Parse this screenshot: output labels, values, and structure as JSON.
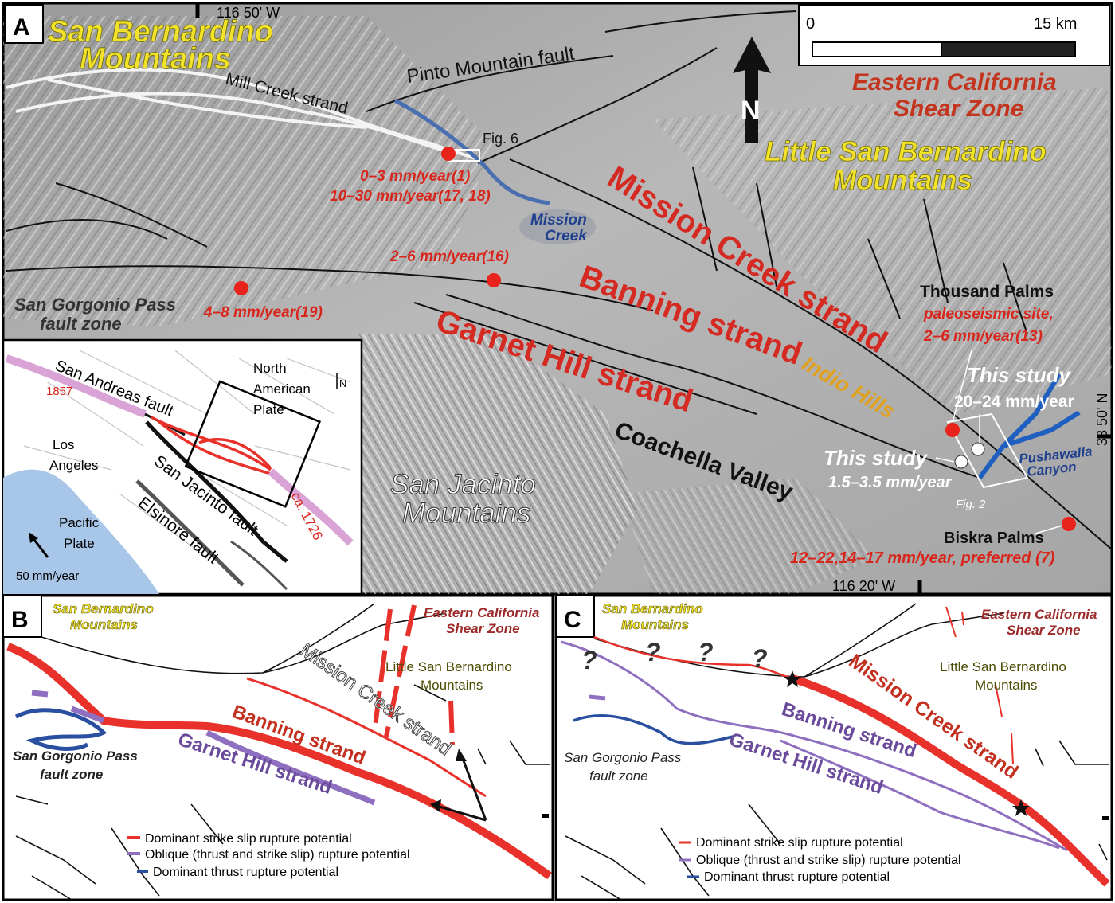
{
  "panels": {
    "a": {
      "letter": "A",
      "scale_zero": "0",
      "scale_end": "15 km",
      "north": "N",
      "lon_top": "116  50'  W",
      "lon_bottom": "116  20'  W",
      "lat_right": "33  50'  N",
      "labels": {
        "san_bernardino": [
          "San Bernardino",
          "Mountains"
        ],
        "pinto": "Pinto Mountain fault",
        "mill_creek": "Mill Creek strand",
        "fig6": "Fig. 6",
        "rate1": "0–3 mm/year(1)",
        "rate2": "10–30 mm/year(17, 18)",
        "mission_creek_water": [
          "Mission",
          "Creek"
        ],
        "eastern_ca": [
          "Eastern California",
          "Shear Zone"
        ],
        "little_sb": [
          "Little San Bernardino",
          "Mountains"
        ],
        "mission_creek_strand": "Mission Creek strand",
        "banning_strand": "Banning strand",
        "garnet_hill_strand": "Garnet Hill strand",
        "rate_2_6_16": "2–6 mm/year(16)",
        "san_gorgonio": [
          "San Gorgonio Pass",
          "fault zone"
        ],
        "rate_4_8": "4–8 mm/year(19)",
        "thousand_palms": "Thousand Palms",
        "paleo": [
          "paleoseismic site,",
          "2–6 mm/year(13)"
        ],
        "indio_hills": "Indio Hills",
        "this_study_1": "This study",
        "rate_20_24": "20–24 mm/year",
        "this_study_2": "This study",
        "rate_1_5": "1.5–3.5 mm/year",
        "coachella": "Coachella Valley",
        "pushawalla": [
          "Pushawalla",
          "Canyon"
        ],
        "fig2": "Fig. 2",
        "san_jacinto_mtns": [
          "San Jacinto",
          "Mountains"
        ],
        "biskra": "Biskra Palms",
        "rate_biskra": "12–22,14–17 mm/year, preferred (7)"
      },
      "inset": {
        "san_andreas": "San Andreas fault",
        "year_1857": "1857",
        "year_1726": "ca. 1726",
        "north_american": [
          "North",
          "American",
          "Plate"
        ],
        "north": "N",
        "los_angeles": [
          "Los",
          "Angeles"
        ],
        "san_jacinto_fault": "San Jacinto fault",
        "elsinore": "Elsinore fault",
        "pacific": [
          "Pacific",
          "Plate"
        ],
        "velocity": "50 mm/year"
      }
    },
    "b": {
      "letter": "B",
      "san_bernardino": [
        "San Bernardino",
        "Mountains"
      ],
      "eastern_ca": [
        "Eastern California",
        "Shear Zone"
      ],
      "little_sb": [
        "Little San Bernardino",
        "Mountains"
      ],
      "mission_creek": "Mission Creek strand",
      "banning": "Banning strand",
      "garnet_hill": "Garnet Hill strand",
      "san_gorgonio": [
        "San Gorgonio Pass",
        "fault zone"
      ],
      "legend": [
        "Dominant strike slip rupture potential",
        "Oblique (thrust and strike slip) rupture potential",
        "Dominant thrust rupture potential"
      ]
    },
    "c": {
      "letter": "C",
      "san_bernardino": [
        "San Bernardino",
        "Mountains"
      ],
      "eastern_ca": [
        "Eastern California",
        "Shear Zone"
      ],
      "little_sb": [
        "Little San Bernardino",
        "Mountains"
      ],
      "mission_creek": "Mission Creek strand",
      "banning": "Banning strand",
      "garnet_hill": "Garnet Hill strand",
      "san_gorgonio": [
        "San Gorgonio Pass",
        "fault zone"
      ],
      "question": "?",
      "legend": [
        "Dominant strike slip rupture potential",
        "Oblique (thrust and strike slip) rupture potential",
        "Dominant thrust rupture potential"
      ]
    }
  },
  "colors": {
    "strike_slip": "#e8312a",
    "oblique": "#8f6fbf",
    "thrust": "#2a4fa0",
    "rate_text": "#d9261c",
    "mountain_yellow": "#f2e22a",
    "inset_1857": "#d9a3d6"
  }
}
